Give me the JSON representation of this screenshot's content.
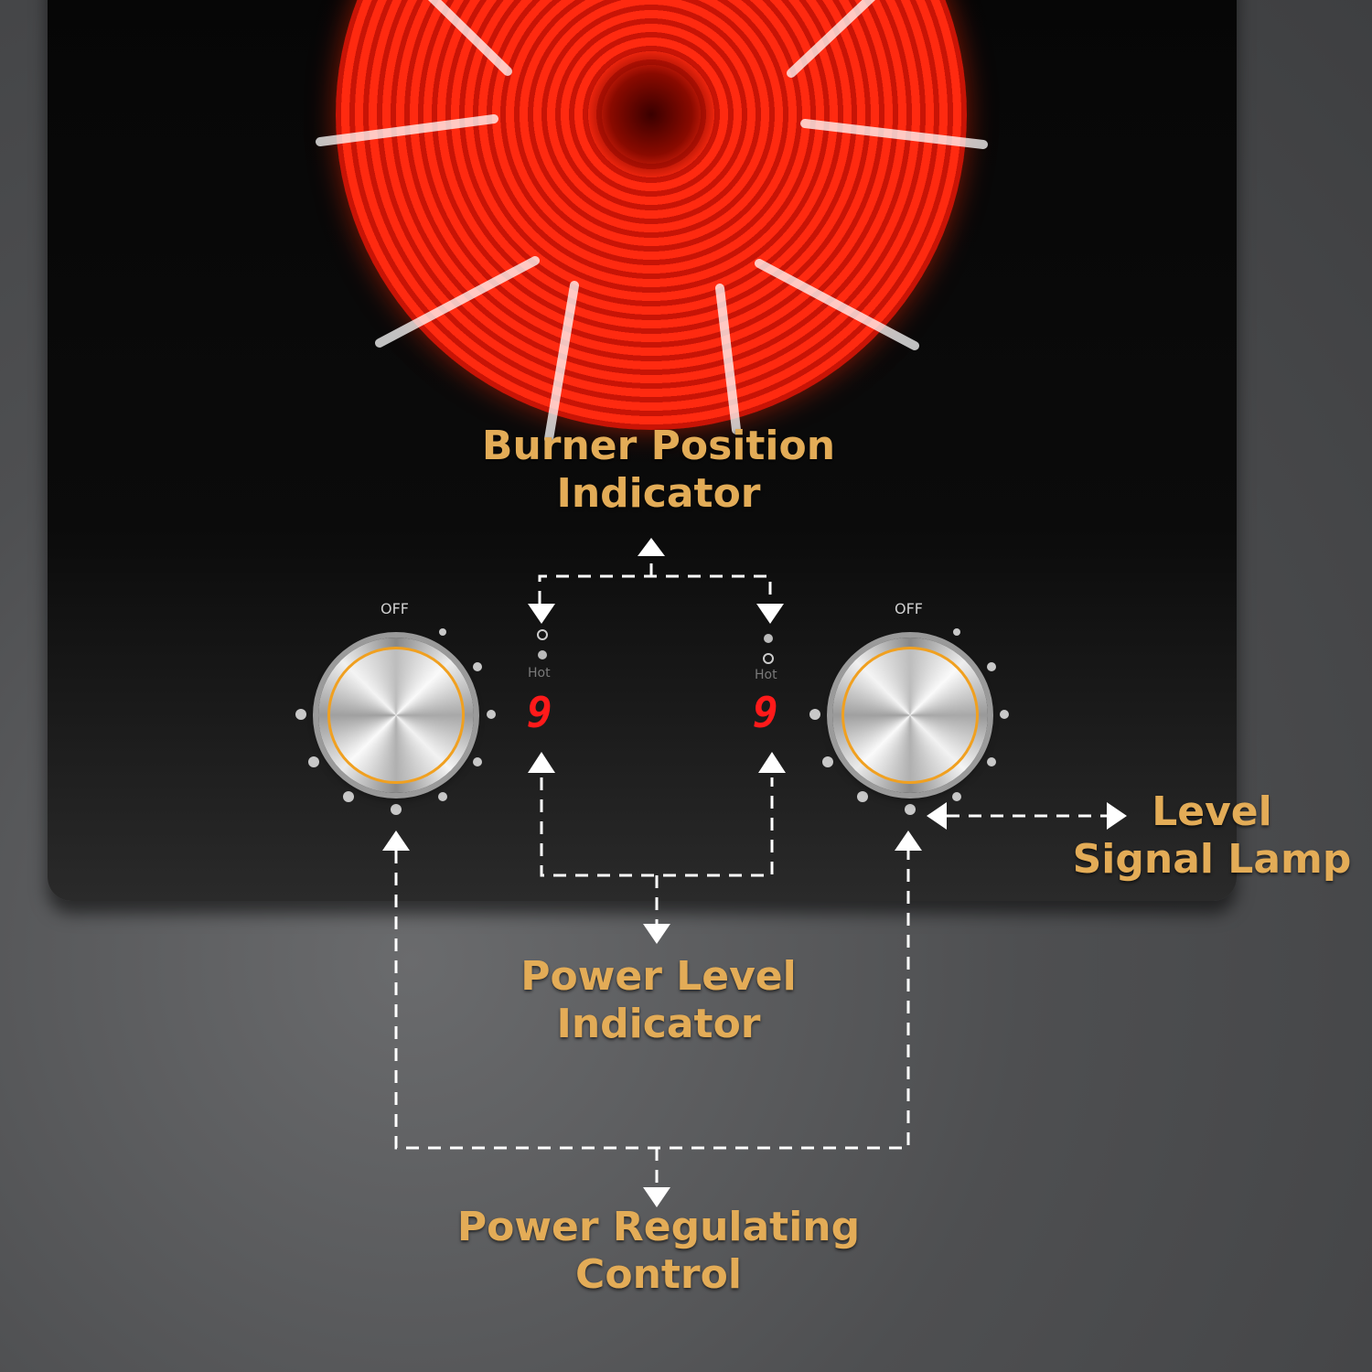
{
  "labels": {
    "burner_position": [
      "Burner Position",
      "Indicator"
    ],
    "level_signal_lamp": [
      "Level",
      "Signal Lamp"
    ],
    "power_level": [
      "Power Level",
      "Indicator"
    ],
    "power_regulating": [
      "Power Regulating",
      "Control"
    ]
  },
  "left_zone": {
    "off_label": "OFF",
    "hot_label": "Hot",
    "power_level": "9"
  },
  "right_zone": {
    "off_label": "OFF",
    "hot_label": "Hot",
    "power_level": "9"
  },
  "colors": {
    "label_gold": "#e3ac57",
    "display_red": "#ff1a1a",
    "knob_ring": "#f0a020"
  }
}
